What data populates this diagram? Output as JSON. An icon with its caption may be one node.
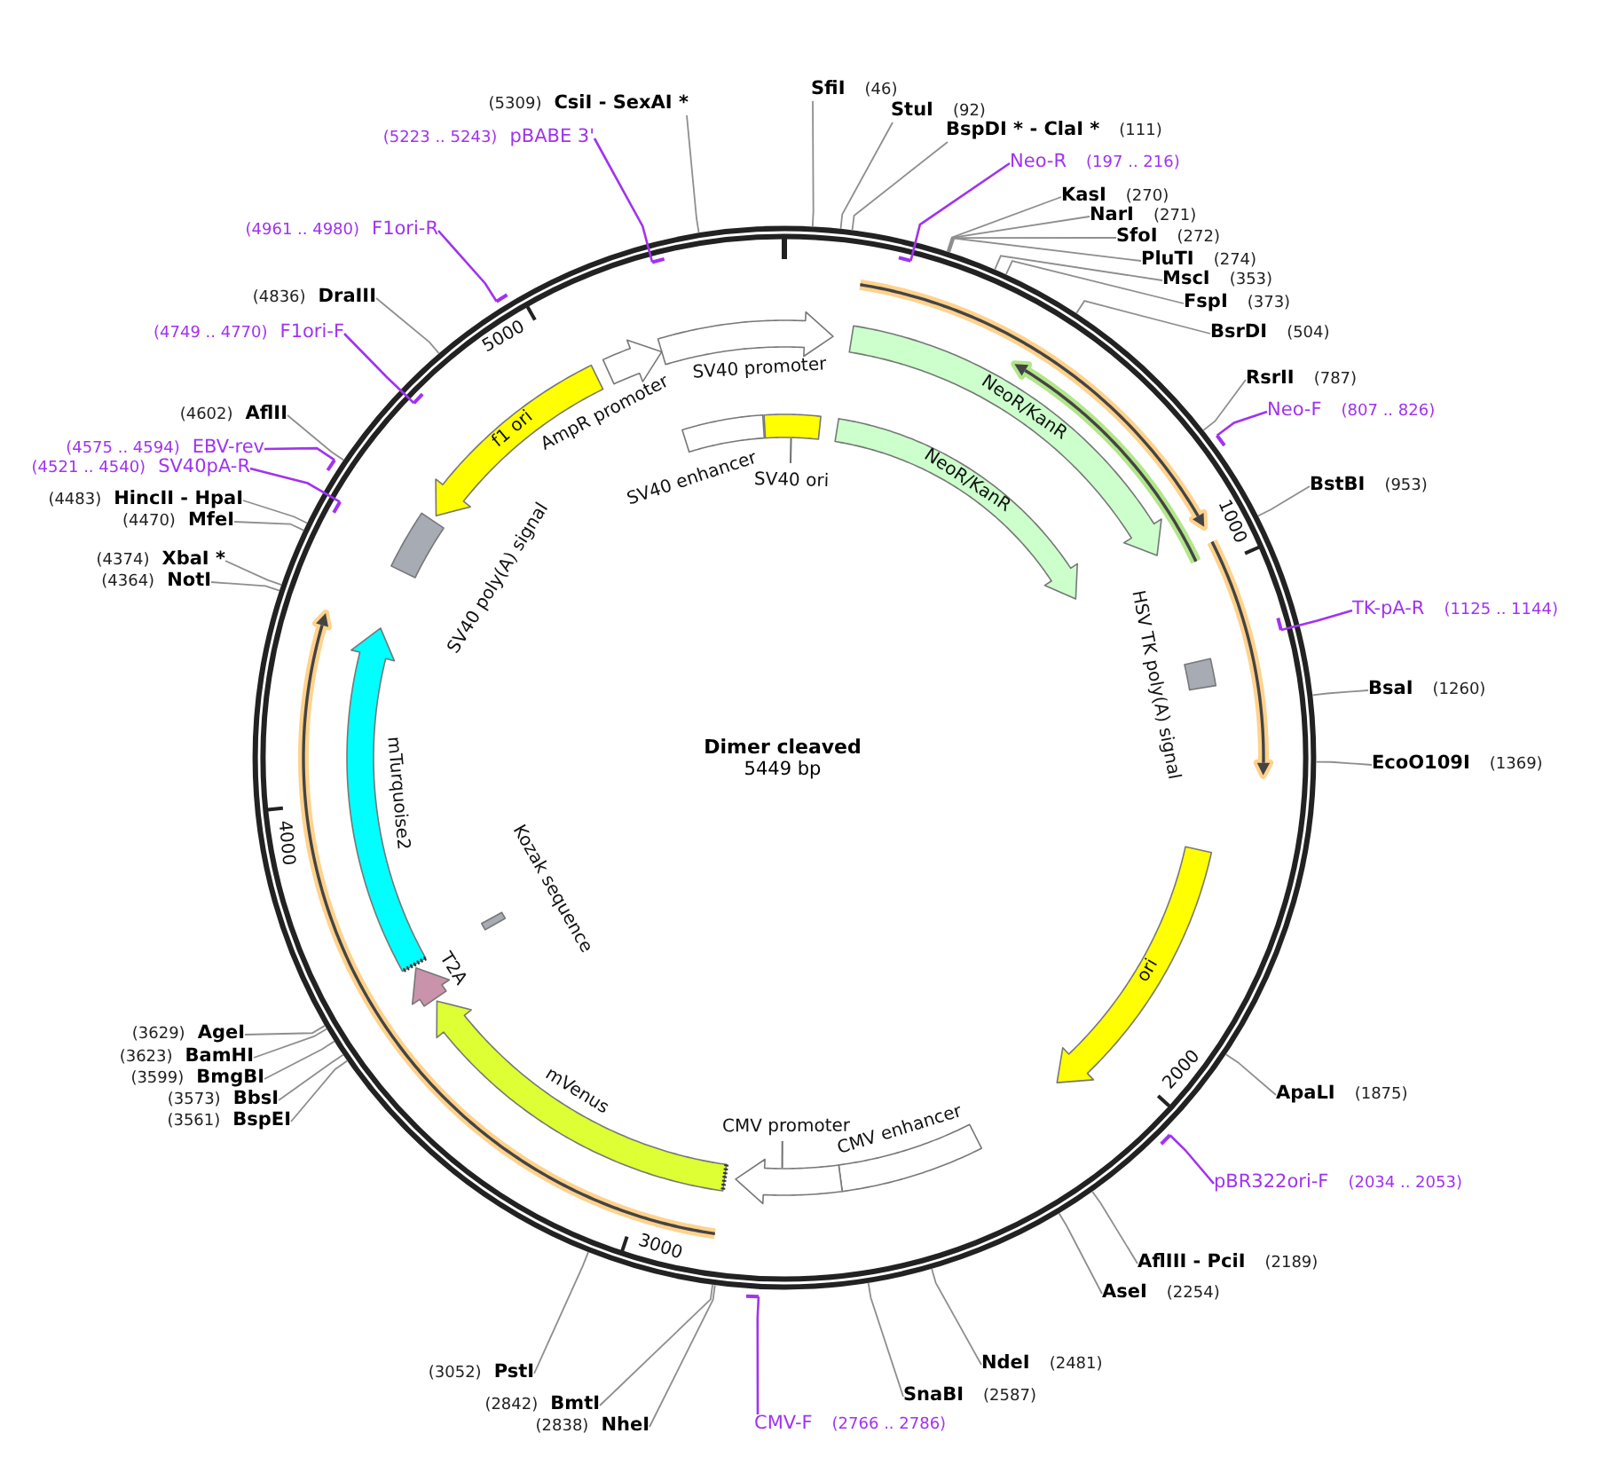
{
  "diagram": {
    "nodes": [
      {
        "text": [
          "Dimer cleaved",
          "5449 bp"
        ]
      },
      {
        "text": [
          "SV40 promoter"
        ],
        "in": 0
      },
      {
        "text": [
          "SV40 ori"
        ],
        "in": 0
      },
      {
        "text": [
          "NeoR/KanR"
        ],
        "in": 0
      },
      {
        "text": [
          "NeoR/KanR"
        ],
        "in": 0
      },
      {
        "text": [
          "HSV TK poly(A) signal"
        ],
        "in": 0
      },
      {
        "text": [
          "ori"
        ],
        "in": 0
      },
      {
        "text": [
          "CMV enhancer"
        ],
        "in": 0
      },
      {
        "text": [
          "CMV promoter"
        ],
        "in": 0
      },
      {
        "text": [
          "mVenus"
        ],
        "in": 0
      },
      {
        "text": [
          "T2A"
        ],
        "in": 0
      },
      {
        "text": [
          "Kozak sequence"
        ],
        "in": 0
      },
      {
        "text": [
          "mTurquoise2"
        ],
        "in": 0
      },
      {
        "text": [
          "SV40 poly(A) signal"
        ],
        "in": 0
      },
      {
        "text": [
          "f1 ori"
        ],
        "in": 0
      },
      {
        "text": [
          "AmpR promoter"
        ],
        "in": 0
      },
      {
        "text": [
          "SV40 enhancer"
        ],
        "in": 0
      },
      {
        "text": [
          "SfiI",
          "(46)"
        ]
      },
      {
        "text": [
          "StuI",
          "(92)"
        ]
      },
      {
        "text": [
          "BspDI * - ClaI *",
          "(111)"
        ]
      },
      {
        "text": [
          "Neo-R",
          "(197 .. 216)"
        ]
      },
      {
        "text": [
          "KasI",
          "(270)"
        ]
      },
      {
        "text": [
          "NarI",
          "(271)"
        ]
      },
      {
        "text": [
          "SfoI",
          "(272)"
        ]
      },
      {
        "text": [
          "PluTI",
          "(274)"
        ]
      },
      {
        "text": [
          "MscI",
          "(353)"
        ]
      },
      {
        "text": [
          "FspI",
          "(373)"
        ]
      },
      {
        "text": [
          "BsrDI",
          "(504)"
        ]
      },
      {
        "text": [
          "RsrII",
          "(787)"
        ]
      },
      {
        "text": [
          "Neo-F",
          "(807 .. 826)"
        ]
      },
      {
        "text": [
          "BstBI",
          "(953)"
        ]
      },
      {
        "text": [
          "TK-pA-R",
          "(1125 .. 1144)"
        ]
      },
      {
        "text": [
          "BsaI",
          "(1260)"
        ]
      },
      {
        "text": [
          "EcoO109I",
          "(1369)"
        ]
      },
      {
        "text": [
          "ApaLI",
          "(1875)"
        ]
      },
      {
        "text": [
          "pBR322ori-F",
          "(2034 .. 2053)"
        ]
      },
      {
        "text": [
          "AflIII - PciI",
          "(2189)"
        ]
      },
      {
        "text": [
          "AseI",
          "(2254)"
        ]
      },
      {
        "text": [
          "NdeI",
          "(2481)"
        ]
      },
      {
        "text": [
          "SnaBI",
          "(2587)"
        ]
      },
      {
        "text": [
          "CMV-F",
          "(2766 .. 2786)"
        ]
      },
      {
        "text": [
          "(2838)",
          "NheI"
        ]
      },
      {
        "text": [
          "(2842)",
          "BmtI"
        ]
      },
      {
        "text": [
          "(3052)",
          "PstI"
        ]
      },
      {
        "text": [
          "(3561)",
          "BspEI"
        ]
      },
      {
        "text": [
          "(3573)",
          "BbsI"
        ]
      },
      {
        "text": [
          "(3599)",
          "BmgBI"
        ]
      },
      {
        "text": [
          "(3623)",
          "BamHI"
        ]
      },
      {
        "text": [
          "(3629)",
          "AgeI"
        ]
      },
      {
        "text": [
          "(4364)",
          "NotI"
        ]
      },
      {
        "text": [
          "(4374)",
          "XbaI *"
        ]
      },
      {
        "text": [
          "(4470)",
          "MfeI"
        ]
      },
      {
        "text": [
          "(4483)",
          "HincII - HpaI"
        ]
      },
      {
        "text": [
          "(4521 .. 4540)",
          "SV40pA-R"
        ]
      },
      {
        "text": [
          "(4575 .. 4594)",
          "EBV-rev"
        ]
      },
      {
        "text": [
          "(4602)",
          "AflII"
        ]
      },
      {
        "text": [
          "(4749 .. 4770)",
          "F1ori-F"
        ]
      },
      {
        "text": [
          "(4836)",
          "DraIII"
        ]
      },
      {
        "text": [
          "(4961 .. 4980)",
          "F1ori-R"
        ]
      },
      {
        "text": [
          "(5223 .. 5243)",
          "pBABE 3'"
        ]
      },
      {
        "text": [
          "(5309)",
          "CsiI - SexAI *"
        ]
      }
    ],
    "edges": [
      {
        "from": 17,
        "to": 0,
        "arrow": "none"
      },
      {
        "from": 18,
        "to": 0,
        "arrow": "none"
      },
      {
        "from": 19,
        "to": 0,
        "arrow": "none"
      },
      {
        "from": 20,
        "to": 0,
        "arrow": "other",
        "color": "#a033f0"
      },
      {
        "from": 21,
        "to": 0,
        "arrow": "none"
      },
      {
        "from": 22,
        "to": 0,
        "arrow": "none"
      },
      {
        "from": 23,
        "to": 0,
        "arrow": "none"
      },
      {
        "from": 24,
        "to": 0,
        "arrow": "none"
      },
      {
        "from": 25,
        "to": 0,
        "arrow": "none"
      },
      {
        "from": 26,
        "to": 0,
        "arrow": "none"
      },
      {
        "from": 27,
        "to": 0,
        "arrow": "none"
      },
      {
        "from": 28,
        "to": 0,
        "arrow": "none"
      },
      {
        "from": 29,
        "to": 0,
        "arrow": "other",
        "color": "#a033f0"
      },
      {
        "from": 30,
        "to": 0,
        "arrow": "none"
      },
      {
        "from": 31,
        "to": 0,
        "arrow": "other",
        "color": "#a033f0"
      },
      {
        "from": 32,
        "to": 0,
        "arrow": "none"
      },
      {
        "from": 33,
        "to": 0,
        "arrow": "none"
      },
      {
        "from": 34,
        "to": 0,
        "arrow": "none"
      },
      {
        "from": 35,
        "to": 0,
        "arrow": "other",
        "color": "#a033f0"
      },
      {
        "from": 36,
        "to": 0,
        "arrow": "none"
      },
      {
        "from": 37,
        "to": 0,
        "arrow": "none"
      },
      {
        "from": 38,
        "to": 0,
        "arrow": "none"
      },
      {
        "from": 39,
        "to": 0,
        "arrow": "none"
      },
      {
        "from": 40,
        "to": 0,
        "arrow": "other",
        "color": "#a033f0"
      },
      {
        "from": 41,
        "to": 0,
        "arrow": "none"
      },
      {
        "from": 42,
        "to": 0,
        "arrow": "none"
      },
      {
        "from": 43,
        "to": 0,
        "arrow": "none"
      },
      {
        "from": 44,
        "to": 0,
        "arrow": "none"
      },
      {
        "from": 45,
        "to": 0,
        "arrow": "none"
      },
      {
        "from": 46,
        "to": 0,
        "arrow": "none"
      },
      {
        "from": 47,
        "to": 0,
        "arrow": "none"
      },
      {
        "from": 48,
        "to": 0,
        "arrow": "none"
      },
      {
        "from": 49,
        "to": 0,
        "arrow": "none"
      },
      {
        "from": 50,
        "to": 0,
        "arrow": "none"
      },
      {
        "from": 51,
        "to": 0,
        "arrow": "none"
      },
      {
        "from": 52,
        "to": 0,
        "arrow": "none"
      },
      {
        "from": 53,
        "to": 0,
        "arrow": "other",
        "color": "#a033f0"
      },
      {
        "from": 54,
        "to": 0,
        "arrow": "other",
        "color": "#a033f0"
      },
      {
        "from": 55,
        "to": 0,
        "arrow": "none"
      },
      {
        "from": 56,
        "to": 0,
        "arrow": "other",
        "color": "#a033f0"
      },
      {
        "from": 57,
        "to": 0,
        "arrow": "none"
      },
      {
        "from": 58,
        "to": 0,
        "arrow": "other",
        "color": "#a033f0"
      },
      {
        "from": 59,
        "to": 0,
        "arrow": "other",
        "color": "#a033f0"
      },
      {
        "from": 60,
        "to": 0,
        "arrow": "none"
      }
    ],
    "labels": [
      "1000",
      "2000",
      "3000",
      "4000",
      "5000"
    ]
  }
}
